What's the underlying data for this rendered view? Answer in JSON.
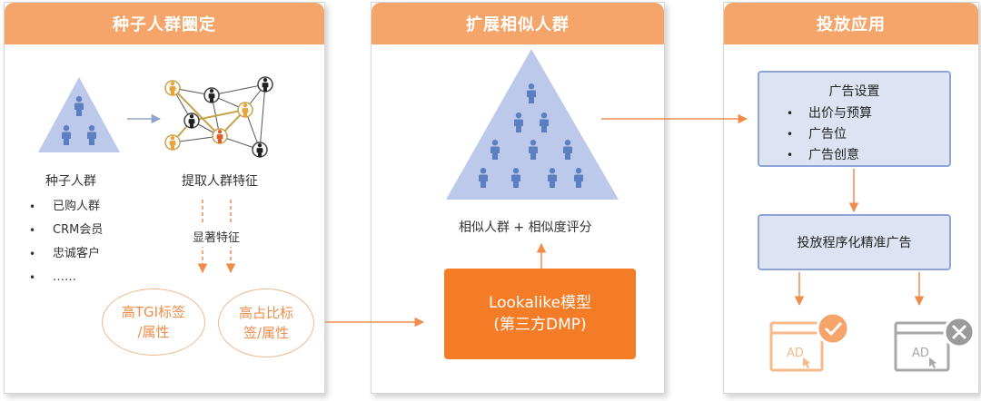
{
  "colors": {
    "header": "#f5a56a",
    "accent_orange": "#f57c27",
    "soft_orange": "#f0b98f",
    "person_blue": "#5b7fc0",
    "pyramid_blue": "#bcc9ea",
    "box_blue": "#dde3f2",
    "box_border": "#8fa5d8",
    "icon_gray": "#a8a8a8"
  },
  "panels": [
    {
      "title": "种子人群圈定"
    },
    {
      "title": "扩展相似人群"
    },
    {
      "title": "投放应用"
    }
  ],
  "seed": {
    "label": "种子人群",
    "items": [
      "已购人群",
      "CRM会员",
      "忠诚客户",
      "……"
    ]
  },
  "features": {
    "label": "提取人群特征",
    "significant_label": "显著特征"
  },
  "tags": [
    {
      "line1": "高TGI标签",
      "line2": "/属性"
    },
    {
      "line1": "高占比标",
      "line2": "签/属性"
    }
  ],
  "expand": {
    "caption": "相似人群 + 相似度评分"
  },
  "model": {
    "line1": "Lookalike模型",
    "line2": "(第三方DMP)"
  },
  "delivery": {
    "settings_title": "广告设置",
    "settings_items": [
      "出价与预算",
      "广告位",
      "广告创意"
    ],
    "precision_label": "投放程序化精准广告",
    "ad_label": "AD",
    "icons": [
      "ad-approved-icon",
      "ad-rejected-icon"
    ]
  }
}
